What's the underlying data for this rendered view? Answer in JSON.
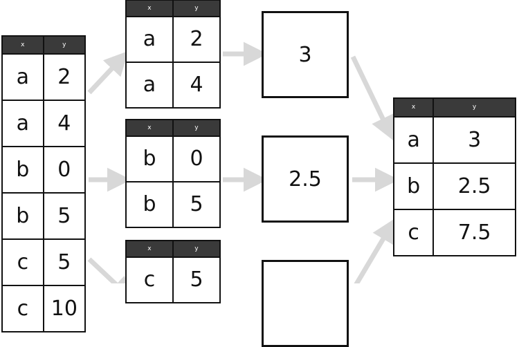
{
  "diagram": {
    "title": "split-apply-combine groupby mean",
    "accent_header_color": "#3a3a3a",
    "arrow_color": "#d8d8d8",
    "border_color": "#111111"
  },
  "source_table": {
    "name": "source-table",
    "columns": [
      "x",
      "y"
    ],
    "rows": [
      {
        "x": "a",
        "y": "2"
      },
      {
        "x": "a",
        "y": "4"
      },
      {
        "x": "b",
        "y": "0"
      },
      {
        "x": "b",
        "y": "5"
      },
      {
        "x": "c",
        "y": "5"
      },
      {
        "x": "c",
        "y": "10"
      }
    ]
  },
  "groups": [
    {
      "name": "group-a",
      "columns": [
        "x",
        "y"
      ],
      "rows": [
        {
          "x": "a",
          "y": "2"
        },
        {
          "x": "a",
          "y": "4"
        }
      ],
      "aggregate": "3"
    },
    {
      "name": "group-b",
      "columns": [
        "x",
        "y"
      ],
      "rows": [
        {
          "x": "b",
          "y": "0"
        },
        {
          "x": "b",
          "y": "5"
        }
      ],
      "aggregate": "2.5"
    },
    {
      "name": "group-c",
      "columns": [
        "x",
        "y"
      ],
      "rows": [
        {
          "x": "c",
          "y": "5"
        }
      ],
      "aggregate": ""
    }
  ],
  "result_table": {
    "name": "result-table",
    "columns": [
      "x",
      "y"
    ],
    "rows": [
      {
        "x": "a",
        "y": "3"
      },
      {
        "x": "b",
        "y": "2.5"
      },
      {
        "x": "c",
        "y": "7.5"
      }
    ]
  }
}
